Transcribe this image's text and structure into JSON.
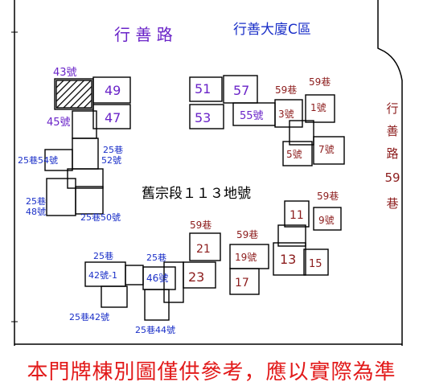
{
  "road_top": "行 善 路",
  "building_name": "行善大廈C區",
  "road_right": [
    "行",
    "善",
    "路",
    "59",
    "巷"
  ],
  "lot_label": "舊宗段１１３地號",
  "caption": "本門牌棟別圖僅供參考，應以實際為準",
  "colors": {
    "purple": "#6a24c8",
    "red": "#8c1c1c",
    "blue": "#1a2fc8",
    "caption": "#e21a1a"
  },
  "labels": {
    "h43": "43號",
    "n49": "49",
    "n47": "47",
    "h45": "45號",
    "n51": "51",
    "n53": "53",
    "n57": "57",
    "h55": "55號",
    "l59a": "59巷",
    "l59b": "59巷",
    "h3": "3號",
    "h1": "1號",
    "h5": "5號",
    "h7": "7號",
    "l25a": "25巷",
    "h52": "52號",
    "h25_54": "25巷54號",
    "l25b": "25巷",
    "h48": "48號",
    "h25_50": "25巷50號",
    "l59c": "59巷",
    "n11": "11",
    "h9": "9號",
    "l59d": "59巷",
    "n21": "21",
    "n23": "23",
    "l59e": "59巷",
    "h19": "19號",
    "n13": "13",
    "n15": "15",
    "n17": "17",
    "l25c": "25巷",
    "h42_1": "42號-1",
    "l25d": "25巷",
    "h46": "46號",
    "h25_42": "25巷42號",
    "h25_44": "25巷44號"
  }
}
